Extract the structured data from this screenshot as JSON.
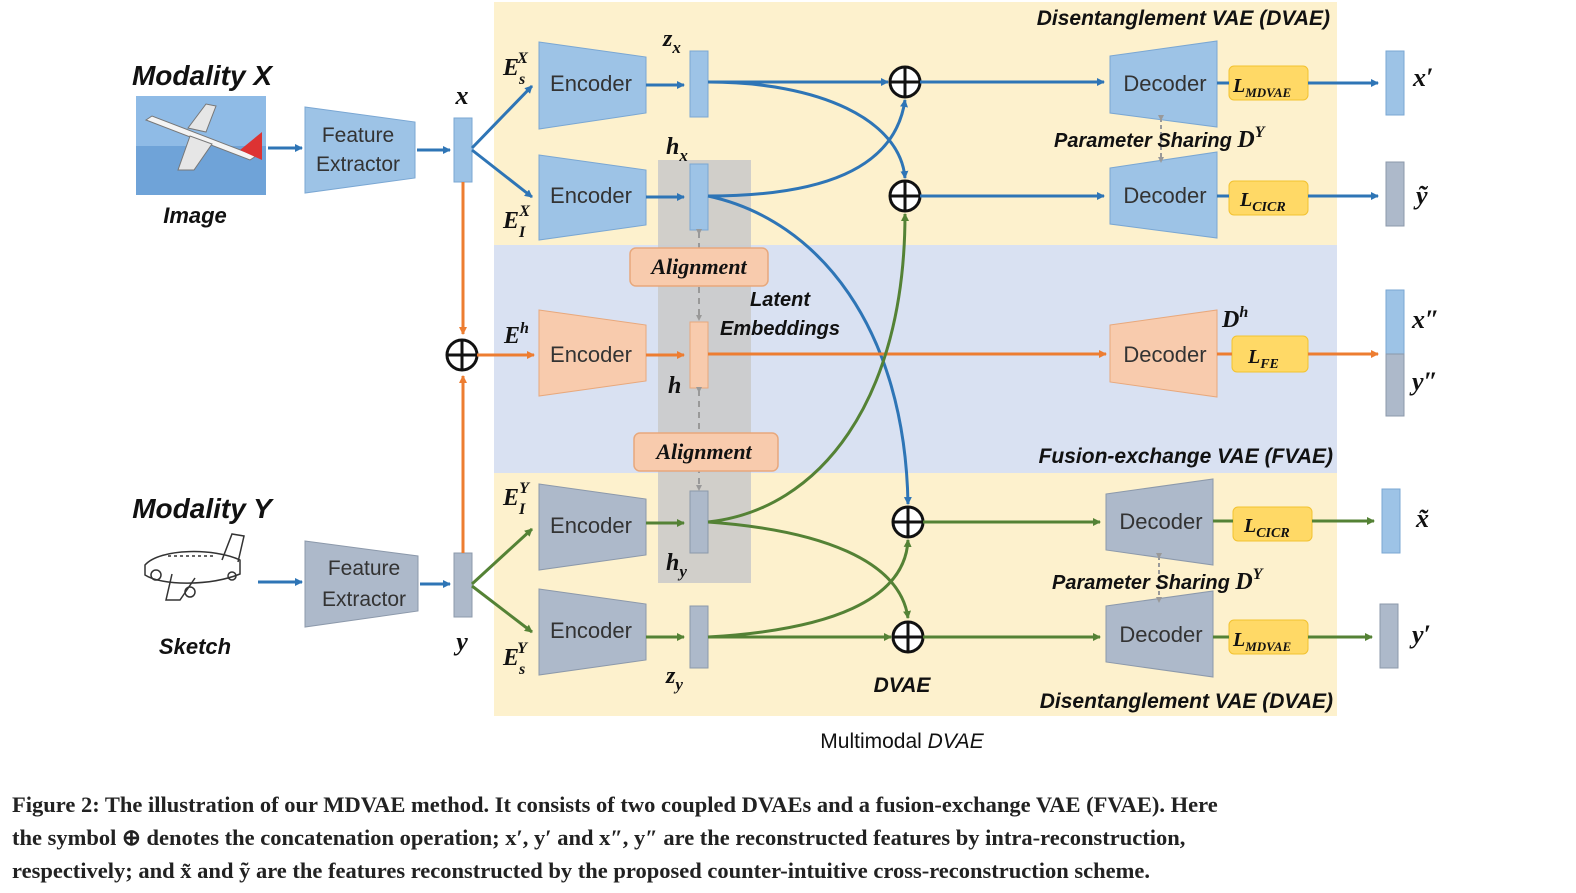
{
  "diagram": {
    "regions": {
      "dvae_top": "Disentanglement VAE (DVAE)",
      "fvae": "Fusion-exchange VAE (FVAE)",
      "dvae_bottom": "Disentanglement VAE (DVAE)"
    },
    "modality_x": {
      "title": "Modality X",
      "input_label": "Image",
      "extractor": "Feature Extractor",
      "feature": "x"
    },
    "modality_y": {
      "title": "Modality Y",
      "input_label": "Sketch",
      "extractor": "Feature Extractor",
      "feature": "y"
    },
    "block_labels": {
      "encoder": "Encoder",
      "decoder": "Decoder"
    },
    "encoder_names": [
      "E_s^X",
      "E_I^X",
      "E^h",
      "E_I^Y",
      "E_s^Y"
    ],
    "latents": [
      "z_x",
      "h_x",
      "h",
      "h_y",
      "z_y"
    ],
    "alignment_label": "Alignment",
    "latent_embeddings": "Latent Embeddings",
    "parameter_sharing": "Parameter Sharing",
    "decoder_names": [
      "D^Y",
      "D^h",
      "D^Y"
    ],
    "losses": [
      "L_MDVAE",
      "L_CICR",
      "L_FE",
      "L_CICR",
      "L_MDVAE"
    ],
    "outputs": [
      "x′",
      "ỹ",
      "x″",
      "y″",
      "x̃",
      "y′"
    ],
    "dvae_note": "DVAE",
    "footer": "Multimodal DVAE",
    "colors": {
      "blue": "#2e75b6",
      "orange": "#ed7d31",
      "green": "#548235",
      "yellow_bg": "#fdf1cd",
      "blue_bg": "#d9e1f2",
      "loss_fill": "#ffd966"
    }
  },
  "caption": {
    "line1": "Figure 2: The illustration of our MDVAE method. It consists of two coupled DVAEs and a fusion-exchange VAE (FVAE). Here",
    "line2": "the symbol ⊕ denotes the concatenation operation; x′, y′ and x″, y″ are the reconstructed features by intra-reconstruction,",
    "line3": "respectively; and x̃ and ỹ are the features reconstructed by the proposed counter-intuitive cross-reconstruction scheme."
  }
}
